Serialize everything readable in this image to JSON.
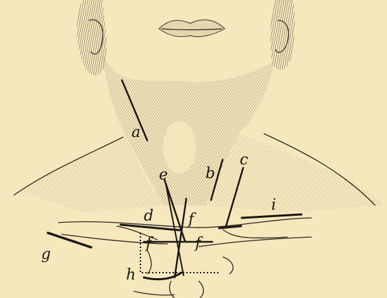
{
  "figure": {
    "labels": {
      "a": "a",
      "b": "b",
      "c": "c",
      "d": "d",
      "e": "e",
      "f_upper": "f",
      "f_left": "f",
      "f_right": "f",
      "g": "g",
      "h": "h",
      "i": "i"
    }
  },
  "colors": {
    "paper": "#f6e7bd",
    "ink": "#1a1612",
    "hatching": "#9a8d74"
  }
}
